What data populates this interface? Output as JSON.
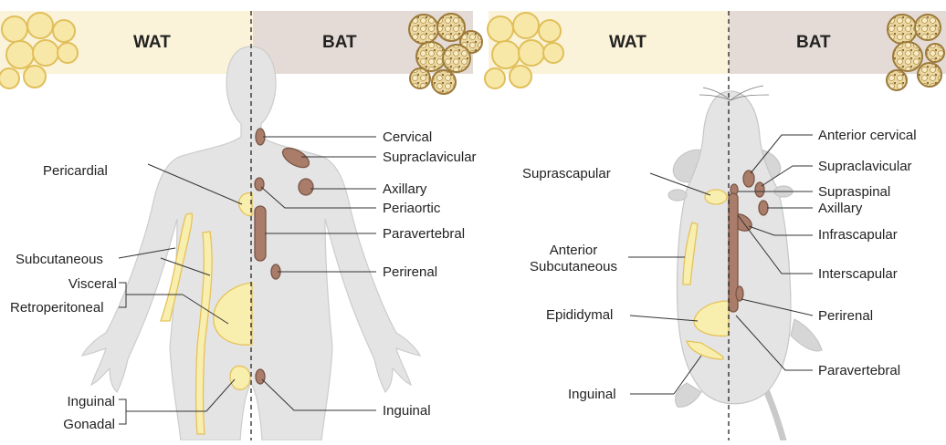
{
  "colors": {
    "wat_band": "#fbf3d9",
    "bat_band": "#e5dbd6",
    "wat_depot": "#f8eeae",
    "bat_depot": "#a97d6a",
    "body": "#e4e4e4"
  },
  "human": {
    "wat_header": "WAT",
    "bat_header": "BAT",
    "left_labels": {
      "pericardial": "Pericardial",
      "subcutaneous": "Subcutaneous",
      "visceral": "Visceral",
      "retroperitoneal": "Retroperitoneal",
      "inguinal": "Inguinal",
      "gonadal": "Gonadal"
    },
    "right_labels": {
      "cervical": "Cervical",
      "supraclavicular": "Supraclavicular",
      "axillary": "Axillary",
      "periaortic": "Periaortic",
      "paravertebral": "Paravertebral",
      "perirenal": "Perirenal",
      "inguinal": "Inguinal"
    }
  },
  "mouse": {
    "wat_header": "WAT",
    "bat_header": "BAT",
    "left_labels": {
      "suprascapular": "Suprascapular",
      "anterior": "Anterior",
      "subcutaneous": "Subcutaneous",
      "epididymal": "Epididymal",
      "inguinal": "Inguinal"
    },
    "right_labels": {
      "anterior_cervical": "Anterior cervical",
      "supraclavicular": "Supraclavicular",
      "supraspinal": "Supraspinal",
      "axillary": "Axillary",
      "infrascapular": "Infrascapular",
      "interscapular": "Interscapular",
      "perirenal": "Perirenal",
      "paravertebral": "Paravertebral"
    }
  }
}
